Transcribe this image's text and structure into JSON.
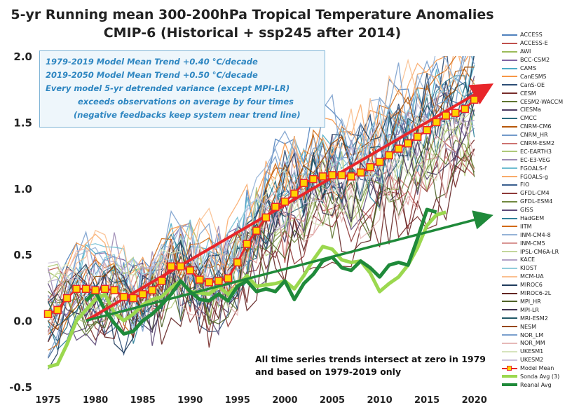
{
  "title": "5-yr Running mean 300-200hPa Tropical Temperature Anomalies",
  "subtitle": "CMIP-6 (Historical + ssp245 after 2014)",
  "info_box": {
    "line1": "1979-2019 Model Mean Trend +0.40 °C/decade",
    "line2": "2019-2050 Model Mean Trend +0.50 °C/decade",
    "line3": "Every model 5-yr detrended variance (except MPI-LR)",
    "line4": "exceeds observations on average by four times",
    "line5": "(negative feedbacks keep system near trend line)"
  },
  "note": {
    "line1": "All time series trends intersect at zero in 1979",
    "line2": "and based on 1979-2019 only"
  },
  "colors": {
    "model_mean_line": "#e8262a",
    "model_mean_marker": "#ffd400",
    "sonda": "#9bd84f",
    "reanal": "#1f8a3a",
    "trend_red": "#e8262a",
    "trend_green": "#1f8a3a",
    "info_text": "#2e86c1"
  },
  "chart_data": {
    "type": "line",
    "xlim": [
      1974,
      2021.5
    ],
    "ylim": [
      -0.5,
      2.0
    ],
    "xticks": [
      1975,
      1980,
      1985,
      1990,
      1995,
      2000,
      2005,
      2010,
      2015,
      2020
    ],
    "yticks": [
      -0.5,
      0.0,
      0.5,
      1.0,
      1.5,
      2.0
    ],
    "ytick_labels": [
      "-0.5",
      "0.0",
      "0.5",
      "1.0",
      "1.5",
      "2.0"
    ],
    "grid": false,
    "legend_position": "right",
    "model_names": [
      "ACCESS",
      "ACCESS-E",
      "AWI",
      "BCC-CSM2",
      "CAMS",
      "CanESM5",
      "CanS-OE",
      "CESM",
      "CESM2-WACCM",
      "CIESMa",
      "CMCC",
      "CNRM-CM6",
      "CNRM_HR",
      "CNRM-ESM2",
      "EC-EARTH3",
      "EC-E3-VEG",
      "FGOALS-f",
      "FGOALS-g",
      "FIO",
      "GFDL-CM4",
      "GFDL-ESM4",
      "GISS",
      "HadGEM",
      "IITM",
      "INM-CM4-8",
      "INM-CM5",
      "IPSL-CM6A-LR",
      "KACE",
      "KIOST",
      "MCM-UA",
      "MIROC6",
      "MIROC6-2L",
      "MPI_HR",
      "MPI-LR",
      "MRI-ESM2",
      "NESM",
      "NOR_LM",
      "NOR_MM",
      "UKESM1",
      "UKESM2"
    ],
    "model_colors": [
      "#4f81bd",
      "#c0504d",
      "#9bbb59",
      "#8064a2",
      "#4bacc6",
      "#f79646",
      "#2c4d75",
      "#772c2a",
      "#5f7530",
      "#4d3b62",
      "#276a7c",
      "#b65708",
      "#729aca",
      "#cd7371",
      "#afc97a",
      "#9c8ab4",
      "#6fbdd1",
      "#f9ab6b",
      "#3a5f8f",
      "#8e3a38",
      "#71883f",
      "#5e4a78",
      "#2f8099",
      "#d26a14",
      "#95b3d7",
      "#d99694",
      "#c3d69b",
      "#b3a2c7",
      "#92cddc",
      "#fac090",
      "#1f3b5c",
      "#632523",
      "#4f6228",
      "#3f3151",
      "#205867",
      "#974806",
      "#7ba0cd",
      "#e6b9b8",
      "#d7e4bd",
      "#ccc1da"
    ],
    "special_series": [
      {
        "name": "Model Mean",
        "x": [
          1975,
          1976,
          1977,
          1978,
          1979,
          1980,
          1981,
          1982,
          1983,
          1984,
          1985,
          1986,
          1987,
          1988,
          1989,
          1990,
          1991,
          1992,
          1993,
          1994,
          1995,
          1996,
          1997,
          1998,
          1999,
          2000,
          2001,
          2002,
          2003,
          2004,
          2005,
          2006,
          2007,
          2008,
          2009,
          2010,
          2011,
          2012,
          2013,
          2014,
          2015,
          2016,
          2017,
          2018,
          2019,
          2020
        ],
        "values": [
          0.05,
          0.08,
          0.17,
          0.24,
          0.24,
          0.23,
          0.24,
          0.23,
          0.18,
          0.17,
          0.2,
          0.23,
          0.3,
          0.41,
          0.41,
          0.38,
          0.31,
          0.29,
          0.3,
          0.32,
          0.44,
          0.58,
          0.68,
          0.78,
          0.86,
          0.9,
          0.96,
          1.04,
          1.07,
          1.09,
          1.1,
          1.1,
          1.09,
          1.12,
          1.16,
          1.2,
          1.25,
          1.3,
          1.34,
          1.39,
          1.44,
          1.5,
          1.55,
          1.57,
          1.6,
          1.67
        ]
      },
      {
        "name": "Sonda Avg (3)",
        "x": [
          1975,
          1976,
          1977,
          1978,
          1979,
          1980,
          1981,
          1982,
          1983,
          1984,
          1985,
          1986,
          1987,
          1988,
          1989,
          1990,
          1991,
          1992,
          1993,
          1994,
          1995,
          1996,
          1997,
          1998,
          1999,
          2000,
          2001,
          2002,
          2003,
          2004,
          2005,
          2006,
          2007,
          2008,
          2009,
          2010,
          2011,
          2012,
          2013,
          2014,
          2015,
          2016,
          2017
        ],
        "values": [
          -0.35,
          -0.33,
          -0.18,
          0.0,
          0.08,
          0.16,
          0.2,
          0.06,
          0.0,
          0.05,
          0.12,
          0.16,
          0.18,
          0.25,
          0.3,
          0.22,
          0.21,
          0.2,
          0.26,
          0.2,
          0.26,
          0.34,
          0.26,
          0.27,
          0.28,
          0.3,
          0.24,
          0.34,
          0.46,
          0.56,
          0.54,
          0.46,
          0.44,
          0.45,
          0.36,
          0.22,
          0.28,
          0.33,
          0.42,
          0.55,
          0.72,
          0.8,
          0.82
        ]
      },
      {
        "name": "Reanal Avg",
        "x": [
          1979,
          1980,
          1981,
          1982,
          1983,
          1984,
          1985,
          1986,
          1987,
          1988,
          1989,
          1990,
          1991,
          1992,
          1993,
          1994,
          1995,
          1996,
          1997,
          1998,
          1999,
          2000,
          2001,
          2002,
          2003,
          2004,
          2005,
          2006,
          2007,
          2008,
          2009,
          2010,
          2011,
          2012,
          2013,
          2014,
          2015,
          2016
        ],
        "values": [
          0.15,
          0.22,
          0.08,
          -0.02,
          -0.1,
          -0.08,
          0.0,
          0.05,
          0.12,
          0.2,
          0.3,
          0.22,
          0.16,
          0.15,
          0.2,
          0.15,
          0.26,
          0.3,
          0.22,
          0.24,
          0.22,
          0.3,
          0.16,
          0.28,
          0.35,
          0.45,
          0.48,
          0.4,
          0.38,
          0.45,
          0.4,
          0.33,
          0.42,
          0.44,
          0.42,
          0.62,
          0.84,
          0.82
        ]
      }
    ],
    "trend_lines": [
      {
        "name": "red",
        "x": [
          1979,
          2021
        ],
        "values": [
          0.0,
          1.75
        ]
      },
      {
        "name": "green",
        "x": [
          1979,
          2021
        ],
        "values": [
          0.0,
          0.78
        ]
      }
    ]
  }
}
